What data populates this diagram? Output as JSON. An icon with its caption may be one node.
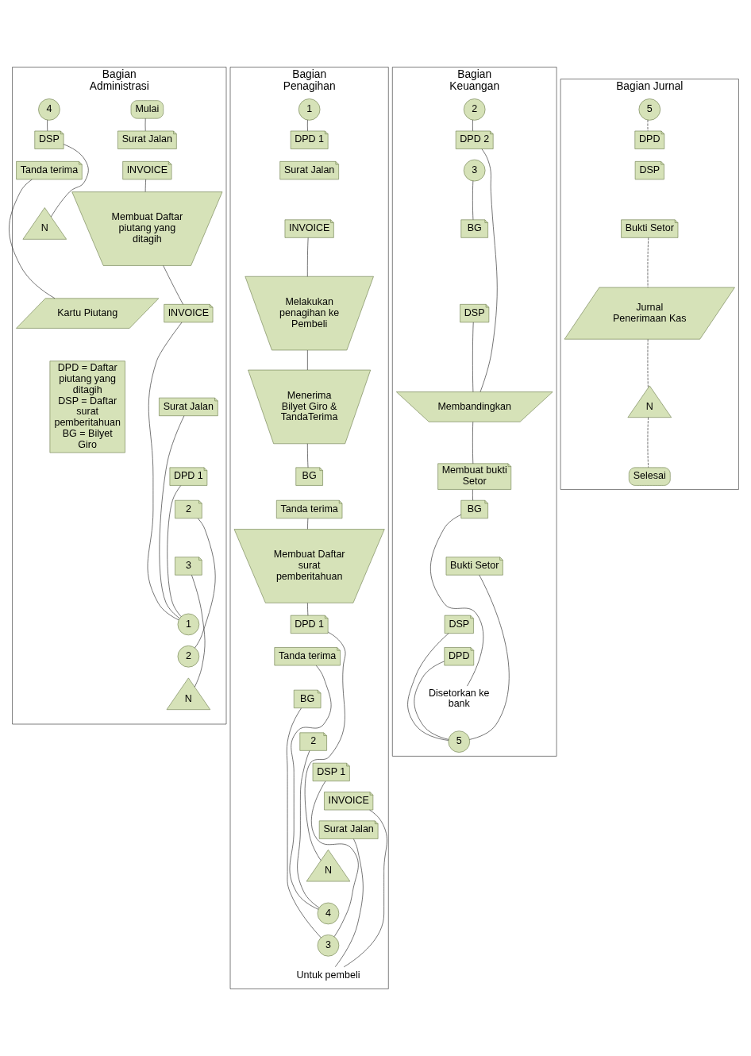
{
  "diagram": {
    "nodes": [
      {
        "text": [
          "Bagian Administrasi"
        ]
      },
      {
        "text": [
          "Bagian Penagihan"
        ]
      },
      {
        "text": [
          "Bagian Keuangan"
        ]
      },
      {
        "text": [
          "Bagian Jurnal"
        ]
      },
      {
        "text": [
          "Mulai"
        ],
        "in": 0
      },
      {
        "text": [
          "Surat Jalan"
        ],
        "in": 0
      },
      {
        "text": [
          "INVOICE"
        ],
        "in": 0
      },
      {
        "text": [
          "Membuat Daftar piutang yang ditagih"
        ],
        "in": 0
      },
      {
        "text": [
          "INVOICE"
        ],
        "in": 0
      },
      {
        "text": [
          "Surat Jalan"
        ],
        "in": 0
      },
      {
        "text": [
          "DPD 1"
        ],
        "in": 0
      },
      {
        "text": [
          "2"
        ],
        "in": 0
      },
      {
        "text": [
          "3"
        ],
        "in": 0
      },
      {
        "text": [
          "1"
        ],
        "in": 0
      },
      {
        "text": [
          "2"
        ],
        "in": 0
      },
      {
        "text": [
          "N"
        ],
        "in": 0
      },
      {
        "text": [
          "4"
        ],
        "in": 0
      },
      {
        "text": [
          "DSP"
        ],
        "in": 0
      },
      {
        "text": [
          "Tanda terima"
        ],
        "in": 0
      },
      {
        "text": [
          "N"
        ],
        "in": 0
      },
      {
        "text": [
          "Kartu Piutang"
        ],
        "in": 0
      },
      {
        "text": [
          "DPD = Daftar piutang yang ditagih",
          "DSP = Daftar surat pemberitahuan",
          "BG = Bilyet Giro"
        ],
        "in": 0
      },
      {
        "text": [
          "1"
        ],
        "in": 1
      },
      {
        "text": [
          "DPD 1"
        ],
        "in": 1
      },
      {
        "text": [
          "Surat Jalan"
        ],
        "in": 1
      },
      {
        "text": [
          "INVOICE"
        ],
        "in": 1
      },
      {
        "text": [
          "Melakukan penagihan ke Pembeli"
        ],
        "in": 1
      },
      {
        "text": [
          "Menerima Bilyet Giro & TandaTerima"
        ],
        "in": 1
      },
      {
        "text": [
          "BG"
        ],
        "in": 1
      },
      {
        "text": [
          "Tanda terima"
        ],
        "in": 1
      },
      {
        "text": [
          "Membuat Daftar surat pemberitahuan"
        ],
        "in": 1
      },
      {
        "text": [
          "DPD 1"
        ],
        "in": 1
      },
      {
        "text": [
          "Tanda terima"
        ],
        "in": 1
      },
      {
        "text": [
          "BG"
        ],
        "in": 1
      },
      {
        "text": [
          "2"
        ],
        "in": 1
      },
      {
        "text": [
          "DSP 1"
        ],
        "in": 1
      },
      {
        "text": [
          "INVOICE"
        ],
        "in": 1
      },
      {
        "text": [
          "Surat Jalan"
        ],
        "in": 1
      },
      {
        "text": [
          "N"
        ],
        "in": 1
      },
      {
        "text": [
          "4"
        ],
        "in": 1
      },
      {
        "text": [
          "3"
        ],
        "in": 1
      },
      {
        "text": [
          "Untuk pembeli"
        ],
        "in": 1
      },
      {
        "text": [
          "2"
        ],
        "in": 2
      },
      {
        "text": [
          "DPD 2"
        ],
        "in": 2
      },
      {
        "text": [
          "3"
        ],
        "in": 2
      },
      {
        "text": [
          "BG"
        ],
        "in": 2
      },
      {
        "text": [
          "DSP"
        ],
        "in": 2
      },
      {
        "text": [
          "Membandingkan"
        ],
        "in": 2
      },
      {
        "text": [
          "Membuat bukti Setor"
        ],
        "in": 2
      },
      {
        "text": [
          "BG"
        ],
        "in": 2
      },
      {
        "text": [
          "Bukti Setor"
        ],
        "in": 2
      },
      {
        "text": [
          "DSP"
        ],
        "in": 2
      },
      {
        "text": [
          "DPD"
        ],
        "in": 2
      },
      {
        "text": [
          "Disetorkan ke bank"
        ],
        "in": 2
      },
      {
        "text": [
          "5"
        ],
        "in": 2
      },
      {
        "text": [
          "5"
        ],
        "in": 3
      },
      {
        "text": [
          "DPD"
        ],
        "in": 3
      },
      {
        "text": [
          "DSP"
        ],
        "in": 3
      },
      {
        "text": [
          "Bukti Setor"
        ],
        "in": 3
      },
      {
        "text": [
          "Jurnal Penerimaan Kas"
        ],
        "in": 3
      },
      {
        "text": [
          "N"
        ],
        "in": 3
      },
      {
        "text": [
          "Selesai"
        ],
        "in": 3
      }
    ],
    "edges": [
      {
        "from": 4,
        "to": 5,
        "arrow": "none"
      },
      {
        "from": 6,
        "to": 7,
        "arrow": "none"
      },
      {
        "from": 7,
        "to": 8,
        "arrow": "none"
      },
      {
        "from": 8,
        "to": 13,
        "arrow": "none"
      },
      {
        "from": 9,
        "to": 13,
        "arrow": "none"
      },
      {
        "from": 10,
        "to": 13,
        "arrow": "none"
      },
      {
        "from": 11,
        "to": 14,
        "arrow": "none"
      },
      {
        "from": 12,
        "to": 15,
        "arrow": "none"
      },
      {
        "from": 16,
        "to": 17,
        "arrow": "none"
      },
      {
        "from": 17,
        "to": 19,
        "arrow": "none"
      },
      {
        "from": 18,
        "to": 20,
        "arrow": "none"
      },
      {
        "from": 22,
        "to": 23,
        "arrow": "none"
      },
      {
        "from": 25,
        "to": 26,
        "arrow": "none"
      },
      {
        "from": 26,
        "to": 27,
        "arrow": "none"
      },
      {
        "from": 27,
        "to": 28,
        "arrow": "none"
      },
      {
        "from": 29,
        "to": 30,
        "arrow": "none"
      },
      {
        "from": 30,
        "to": 31,
        "arrow": "none"
      },
      {
        "from": 31,
        "to": 38,
        "arrow": "none"
      },
      {
        "from": 32,
        "to": 39,
        "arrow": "none"
      },
      {
        "from": 34,
        "to": 39,
        "arrow": "none"
      },
      {
        "from": 33,
        "to": 40,
        "arrow": "none"
      },
      {
        "from": 35,
        "to": 40,
        "arrow": "none"
      },
      {
        "from": 36,
        "to": 41,
        "arrow": "none"
      },
      {
        "from": 37,
        "to": 41,
        "arrow": "none"
      },
      {
        "from": 42,
        "to": 43,
        "arrow": "none"
      },
      {
        "from": 44,
        "to": 45,
        "arrow": "none"
      },
      {
        "from": 43,
        "to": 47,
        "arrow": "none"
      },
      {
        "from": 46,
        "to": 47,
        "arrow": "none"
      },
      {
        "from": 47,
        "to": 48,
        "arrow": "none"
      },
      {
        "from": 48,
        "to": 49,
        "arrow": "none"
      },
      {
        "from": 49,
        "to": 53,
        "arrow": "none"
      },
      {
        "from": 50,
        "to": 54,
        "arrow": "none"
      },
      {
        "from": 51,
        "to": 54,
        "arrow": "none"
      },
      {
        "from": 52,
        "to": 54,
        "arrow": "none"
      },
      {
        "from": 55,
        "to": 56,
        "arrow": "none",
        "style": "dashed"
      },
      {
        "from": 58,
        "to": 59,
        "arrow": "none",
        "style": "dashed"
      },
      {
        "from": 59,
        "to": 60,
        "arrow": "none",
        "style": "dashed"
      },
      {
        "from": 60,
        "to": 61,
        "arrow": "none",
        "style": "dashed"
      }
    ]
  }
}
